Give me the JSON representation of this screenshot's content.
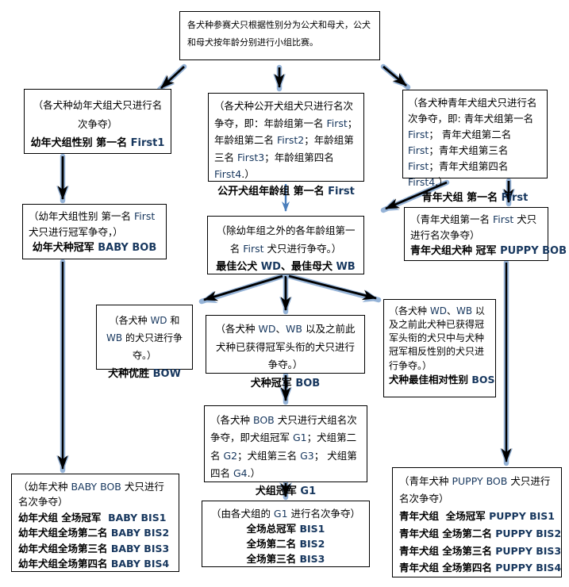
{
  "colors": {
    "accent_navy": "#17375E",
    "box_border": "#000000",
    "arrow_core": "#000000",
    "arrow_glow": "#95B3D7",
    "arrow_blue": "#4A7EBB"
  },
  "boxes": {
    "intro": {
      "body": [
        [
          "各犬种参赛犬只根据性别分为公犬和母犬，公犬和母犬按年龄分别进行小组比赛。",
          ""
        ]
      ]
    },
    "baby_first": {
      "body": [
        [
          "（各犬种幼年犬组犬只进行名次争夺）",
          ""
        ]
      ],
      "heading": [
        [
          "幼年犬组性别 第一名 ",
          "b"
        ],
        [
          "First1",
          "ba"
        ]
      ]
    },
    "open_first": {
      "body": [
        [
          "（各犬种公开犬组犬只进行名次争夺，即：年龄组第一名 ",
          ""
        ],
        [
          "First",
          "a"
        ],
        [
          "；年龄组第二名 ",
          ""
        ],
        [
          "First2",
          "a"
        ],
        [
          "；年龄组第三名 ",
          ""
        ],
        [
          "First3",
          "a"
        ],
        [
          "；年龄组第四名 ",
          ""
        ],
        [
          "First4",
          "a"
        ],
        [
          ".）",
          ""
        ]
      ],
      "heading": [
        [
          "公开犬组年龄组 第一名 ",
          "b"
        ],
        [
          "First",
          "ba"
        ]
      ]
    },
    "puppy_first": {
      "body": [
        [
          "（各犬种青年犬组犬只进行名次争夺，即: 青年犬组第一名 ",
          ""
        ],
        [
          "First",
          "a"
        ],
        [
          "； 青年犬组第二名 ",
          ""
        ],
        [
          "First",
          "a"
        ],
        [
          "；青年犬组第三名 ",
          ""
        ],
        [
          "First",
          "a"
        ],
        [
          "；青年犬组第四名 ",
          ""
        ],
        [
          "First4",
          "a"
        ],
        [
          ".）",
          ""
        ]
      ],
      "heading": [
        [
          "青年犬组 第一名 ",
          "b"
        ],
        [
          "First",
          "ba"
        ]
      ]
    },
    "baby_bob": {
      "body": [
        [
          "（幼年犬组性别 第一名 ",
          ""
        ],
        [
          "First",
          "a"
        ],
        [
          " 犬只进行冠军争夺，）",
          ""
        ]
      ],
      "heading": [
        [
          "幼年犬种冠军 ",
          "b"
        ],
        [
          "BABY BOB",
          "ba"
        ]
      ]
    },
    "wd_wb": {
      "body": [
        [
          "（除幼年组之外的各年龄组第一名 ",
          ""
        ],
        [
          "First",
          "a"
        ],
        [
          " 犬只进行争夺。）",
          ""
        ]
      ],
      "heading": [
        [
          "最佳公犬 ",
          "b"
        ],
        [
          "WD",
          "ba"
        ],
        [
          "、最佳母犬 ",
          "b"
        ],
        [
          "WB",
          "ba"
        ]
      ]
    },
    "puppy_bob": {
      "body": [
        [
          "（青年犬组第一名 ",
          ""
        ],
        [
          "First",
          "a"
        ],
        [
          " 犬只进行名次争夺）",
          ""
        ]
      ],
      "heading": [
        [
          "青年犬组犬种 冠军 ",
          "b"
        ],
        [
          "PUPPY BOB",
          "ba"
        ]
      ]
    },
    "bow": {
      "body": [
        [
          "（各犬种 ",
          ""
        ],
        [
          "WD",
          "a"
        ],
        [
          " 和 ",
          ""
        ],
        [
          "WB",
          "a"
        ],
        [
          " 的犬只进行争夺。）",
          ""
        ]
      ],
      "heading": [
        [
          "犬种优胜 ",
          "b"
        ],
        [
          "BOW",
          "ba"
        ]
      ]
    },
    "bob": {
      "body": [
        [
          "（各犬种 ",
          ""
        ],
        [
          "WD",
          "a"
        ],
        [
          "、",
          ""
        ],
        [
          "WB",
          "a"
        ],
        [
          " 以及之前此犬种已获得冠军头衔的犬只进行争夺。）",
          ""
        ]
      ],
      "heading": [
        [
          "犬种冠军 ",
          "b"
        ],
        [
          "BOB",
          "ba"
        ]
      ]
    },
    "bos": {
      "body": [
        [
          "（各犬种 ",
          ""
        ],
        [
          "WD",
          "a"
        ],
        [
          "、",
          ""
        ],
        [
          "WB",
          "a"
        ],
        [
          " 以及之前此犬种已获得冠军头衔的犬只中与犬种冠军相反性别的犬只进行争夺。）",
          ""
        ]
      ],
      "heading": [
        [
          "犬种最佳相对性别 ",
          "b"
        ],
        [
          "BOS",
          "ba"
        ]
      ]
    },
    "g1": {
      "body": [
        [
          "（各犬种 ",
          ""
        ],
        [
          "BOB",
          "a"
        ],
        [
          " 犬只进行犬组名次争夺，即犬组冠军 ",
          ""
        ],
        [
          "G1",
          "a"
        ],
        [
          "；犬组第二名 ",
          ""
        ],
        [
          "G2",
          "a"
        ],
        [
          "；犬组第三名 ",
          ""
        ],
        [
          "G3",
          "a"
        ],
        [
          "； 犬组第四名 ",
          ""
        ],
        [
          "G4",
          "a"
        ],
        [
          ".）",
          ""
        ]
      ],
      "heading": [
        [
          "犬组冠军 ",
          "b"
        ],
        [
          "G1",
          "ba"
        ]
      ]
    },
    "baby_bis": {
      "body": [
        [
          "（幼年犬种 ",
          ""
        ],
        [
          "BABY BOB",
          "a"
        ],
        [
          " 犬只进行名次争夺）",
          ""
        ]
      ],
      "lines": [
        [
          [
            "幼年犬组 全场冠军  ",
            "b"
          ],
          [
            "BABY BIS1",
            "ba"
          ]
        ],
        [
          [
            "幼年犬组全场第二名 ",
            "b"
          ],
          [
            "BABY BIS2",
            "ba"
          ]
        ],
        [
          [
            "幼年犬组全场第三名 ",
            "b"
          ],
          [
            "BABY BIS3",
            "ba"
          ]
        ],
        [
          [
            "幼年犬组全场第四名 ",
            "b"
          ],
          [
            "BABY BIS4",
            "ba"
          ]
        ]
      ]
    },
    "bis": {
      "body": [
        [
          "（由各犬组的 ",
          ""
        ],
        [
          "G1",
          "a"
        ],
        [
          " 进行名次争夺）",
          ""
        ]
      ],
      "lines": [
        [
          [
            "全场总冠军 ",
            "b"
          ],
          [
            "BIS1",
            "ba"
          ]
        ],
        [
          [
            "全场第二名 ",
            "b"
          ],
          [
            "BIS2",
            "ba"
          ]
        ],
        [
          [
            "全场第三名 ",
            "b"
          ],
          [
            "BIS3",
            "ba"
          ]
        ]
      ]
    },
    "puppy_bis": {
      "body": [
        [
          "（青年犬种 ",
          ""
        ],
        [
          "PUPPY BOB",
          "a"
        ],
        [
          " 犬只进行名次争夺）",
          ""
        ]
      ],
      "lines": [
        [
          [
            "青年犬组  全场冠军 ",
            "b"
          ],
          [
            "PUPPY BIS1",
            "ba"
          ]
        ],
        [
          [
            "青年犬组 全场第二名 ",
            "b"
          ],
          [
            "PUPPY BIS2",
            "ba"
          ]
        ],
        [
          [
            "青年犬组 全场第三名 ",
            "b"
          ],
          [
            "PUPPY BIS3",
            "ba"
          ]
        ],
        [
          [
            "青年犬组 全场第四名 ",
            "b"
          ],
          [
            "PUPPY BIS4",
            "ba"
          ]
        ]
      ]
    }
  }
}
